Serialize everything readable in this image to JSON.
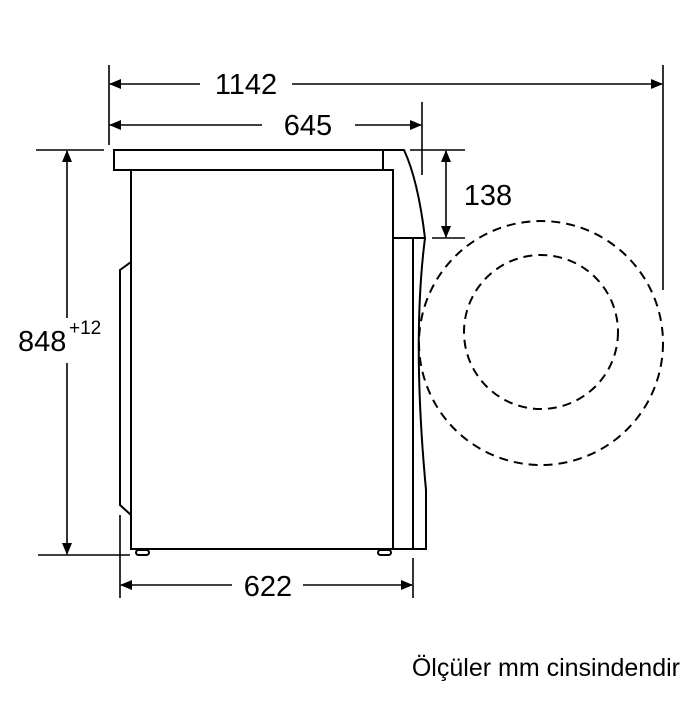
{
  "diagram": {
    "title": "Washing machine side view dimensions",
    "stroke_color": "#000000",
    "background": "#ffffff",
    "dimensions": {
      "total_depth_door_open": "1142",
      "depth_with_worktop": "645",
      "body_depth": "622",
      "height": "848",
      "height_tolerance": "+12",
      "door_offset_top": "138"
    },
    "door_swing": {
      "outer_circle": "door opening radius",
      "inner_circle": "porthole"
    },
    "footnote": "Ölçüler mm cinsindendir"
  }
}
